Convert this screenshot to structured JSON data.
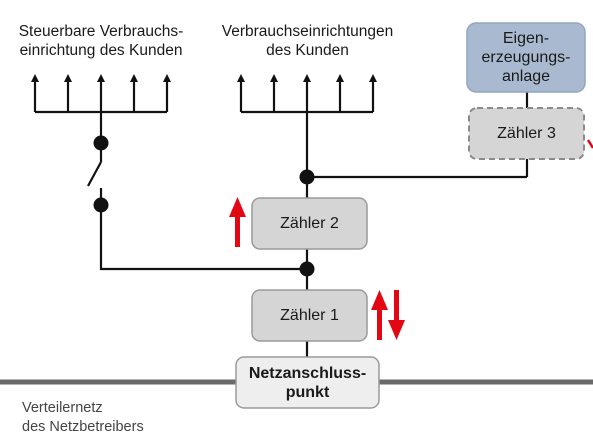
{
  "labels": {
    "steuerbare": "Steuerbare Verbrauchs-\neinrichtung des Kunden",
    "verbrauch": "Verbrauchseinrichtungen\ndes Kunden",
    "eigen": "Eigen-\nerzeugungs-\nanlage",
    "zaehler3": "Zähler 3",
    "zaehler2": "Zähler 2",
    "zaehler1": "Zähler 1",
    "netzanschluss": "Netzanschluss-\npunkt",
    "verteilernetz": "Verteilernetz\ndes Netzbetreibers"
  },
  "colors": {
    "line": "#111111",
    "box_fill": "#d5d5d5",
    "box_stroke": "#9a9a9a",
    "eigen_fill": "#a9b9cf",
    "netz_fill": "#eeeeee",
    "grid_line": "#6a6a6a",
    "arrow_red": "#e30613"
  }
}
